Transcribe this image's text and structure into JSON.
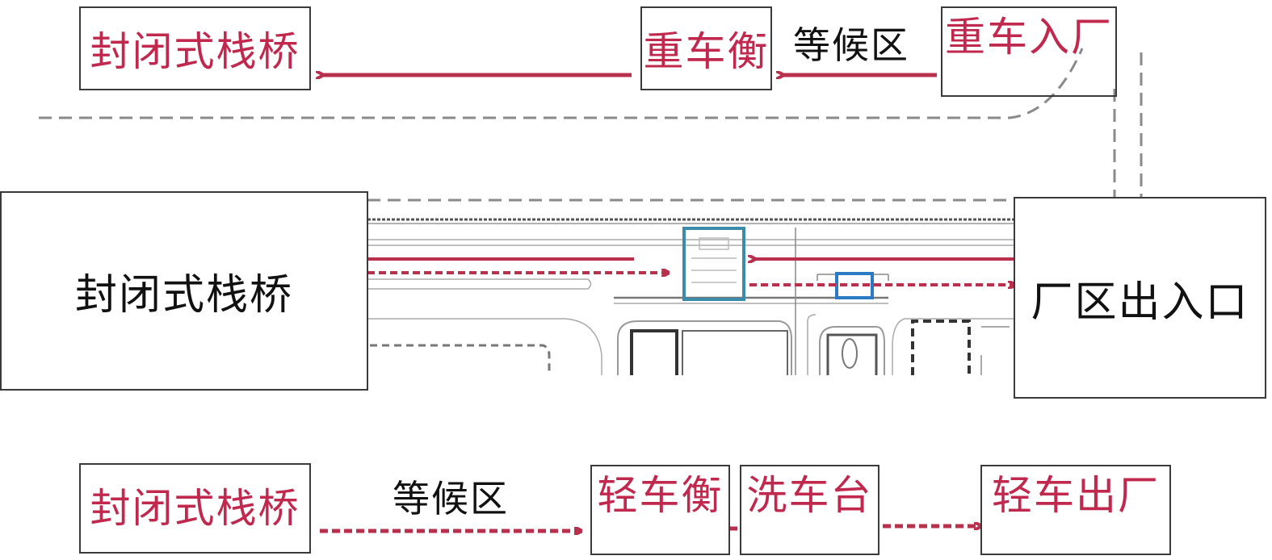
{
  "colors": {
    "heavy_route": "#b8304c",
    "light_route": "#b8304c",
    "outline": "#3a3a3a",
    "dashed_road": "#8a8a8a",
    "scale_frame": "#3b8bab",
    "wash_frame": "#2a7bc4"
  },
  "heavy_route": {
    "bridge": "封闭式栈桥",
    "scale": "重车衡",
    "waiting": "等候区",
    "entry": "重车入厂"
  },
  "middle": {
    "bridge": "封闭式栈桥",
    "gate": "厂区出入口"
  },
  "light_route": {
    "bridge": "封闭式栈桥",
    "waiting": "等候区",
    "scale": "轻车衡",
    "wash": "洗车台",
    "exit": "轻车出厂"
  }
}
